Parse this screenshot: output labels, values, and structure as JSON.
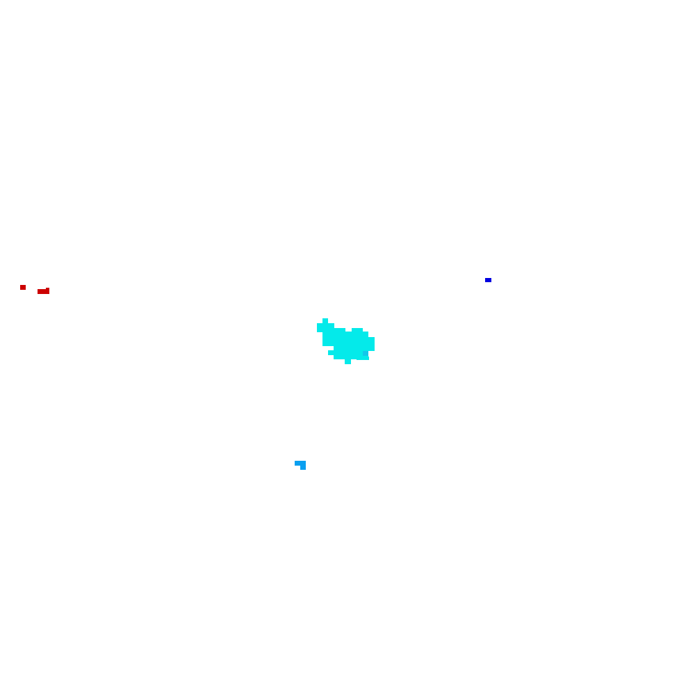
{
  "scene": {
    "background": "#ffffff",
    "clusters": [
      {
        "name": "cyan-cluster",
        "color": "#04eaea",
        "accent": "#13c7ea"
      },
      {
        "name": "red-marks",
        "color": "#cc0000"
      },
      {
        "name": "blue-mark",
        "color": "#0000e0"
      },
      {
        "name": "light-blue-mark",
        "color": "#0a9ff0"
      }
    ]
  }
}
